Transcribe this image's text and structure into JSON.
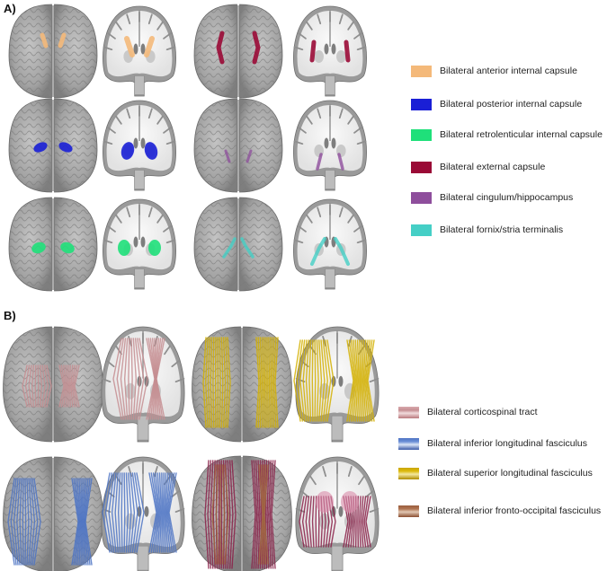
{
  "panels": {
    "a_label": "A)",
    "b_label": "B)"
  },
  "legend_a": [
    {
      "label": "Bilateral anterior internal capsule",
      "color": "#f4b97a"
    },
    {
      "label": "Bilateral posterior internal capsule",
      "color": "#1a1fd6"
    },
    {
      "label": "Bilateral retrolenticular internal capsule",
      "color": "#1fe07a"
    },
    {
      "label": "Bilateral external capsule",
      "color": "#9a0a36"
    },
    {
      "label": "Bilateral cingulum/hippocampus",
      "color": "#8e4e9c"
    },
    {
      "label": "Bilateral fornix/stria terminalis",
      "color": "#45cfc6"
    }
  ],
  "legend_b": [
    {
      "label": "Bilateral corticospinal tract",
      "color": "#c58e92"
    },
    {
      "label": "Bilateral inferior longitudinal fasciculus",
      "color": "#4e74c4"
    },
    {
      "label": "Bilateral superior longitudinal fasciculus",
      "color": "#d4b000"
    },
    {
      "label": "Bilateral inferior fronto-occipital fasciculus",
      "color": "#a0643f"
    }
  ],
  "colors": {
    "brain_gray": "#a9a9a9",
    "brain_dark": "#6f6f6f",
    "slice_white": "#f4f4f4",
    "slice_gray": "#8c8c8c"
  }
}
